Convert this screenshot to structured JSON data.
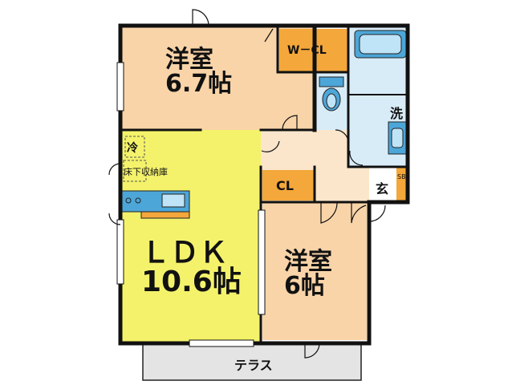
{
  "rooms": {
    "western_room_1": {
      "name": "洋室",
      "size": "6.7帖",
      "color": "#f8d4a8"
    },
    "western_room_2": {
      "name": "洋室",
      "size": "6帖",
      "color": "#f8d4a8"
    },
    "ldk": {
      "name": "ＬＤＫ",
      "size": "10.6帖",
      "color": "#f4f26b"
    },
    "walk_in_closet": {
      "label": "W－CL",
      "color": "#f4a73a"
    },
    "closet": {
      "label": "CL",
      "color": "#f4a73a"
    },
    "entrance": {
      "label": "玄"
    },
    "shoe_box": {
      "label": "SB",
      "color": "#f4a73a"
    },
    "washroom": {
      "label": "洗",
      "color": "#d8ecf8"
    },
    "refrigerator": {
      "label": "冷"
    },
    "underfloor_storage": {
      "label": "床下収納庫"
    },
    "terrace": {
      "label": "テラス",
      "color": "#e4e4e4"
    }
  },
  "colors": {
    "wall": "#111111",
    "hall": "#fbe6cc",
    "fixture_blue": "#4da6d8",
    "fixture_light": "#bfe3f7"
  }
}
